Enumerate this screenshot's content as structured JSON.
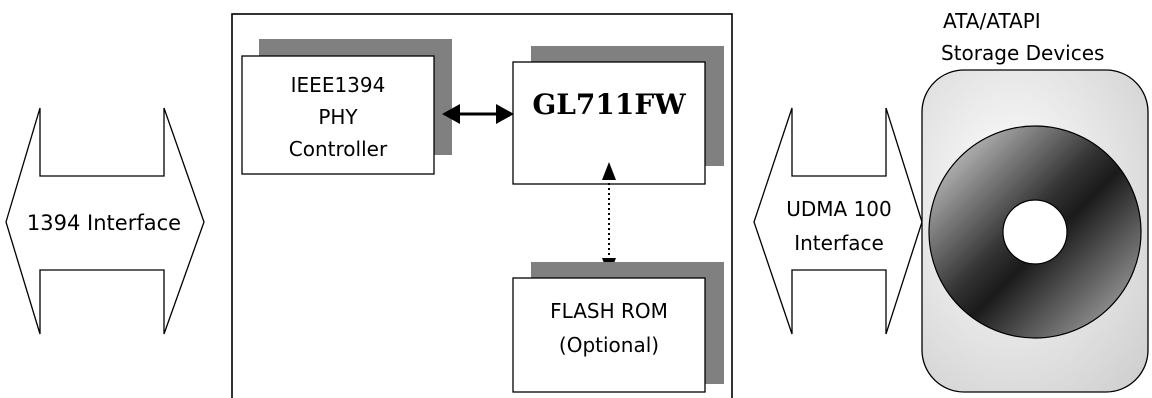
{
  "interface_1394": {
    "label": "1394 Interface"
  },
  "phy": {
    "line1": "IEEE1394",
    "line2": "PHY",
    "line3": "Controller"
  },
  "chip": {
    "label": "GL711FW"
  },
  "flash": {
    "line1": "FLASH ROM",
    "line2": "(Optional)"
  },
  "udma": {
    "line1": "UDMA 100",
    "line2": "Interface"
  },
  "storage": {
    "line1": "ATA/ATAPI",
    "line2": "Storage Devices"
  },
  "colors": {
    "shadow": "#808080",
    "stroke": "#000000",
    "background": "#ffffff"
  }
}
